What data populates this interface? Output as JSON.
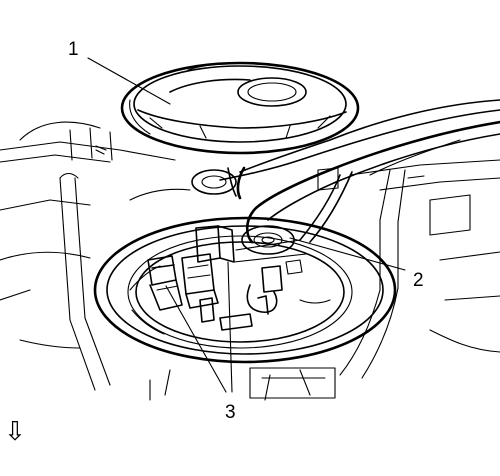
{
  "callouts": {
    "label_1": "1",
    "label_2": "2",
    "label_3": "3"
  },
  "direction_arrow": {
    "glyph": "⇩",
    "icon": "down-arrow-icon"
  },
  "line_color": "#000000",
  "background_color": "#ffffff"
}
